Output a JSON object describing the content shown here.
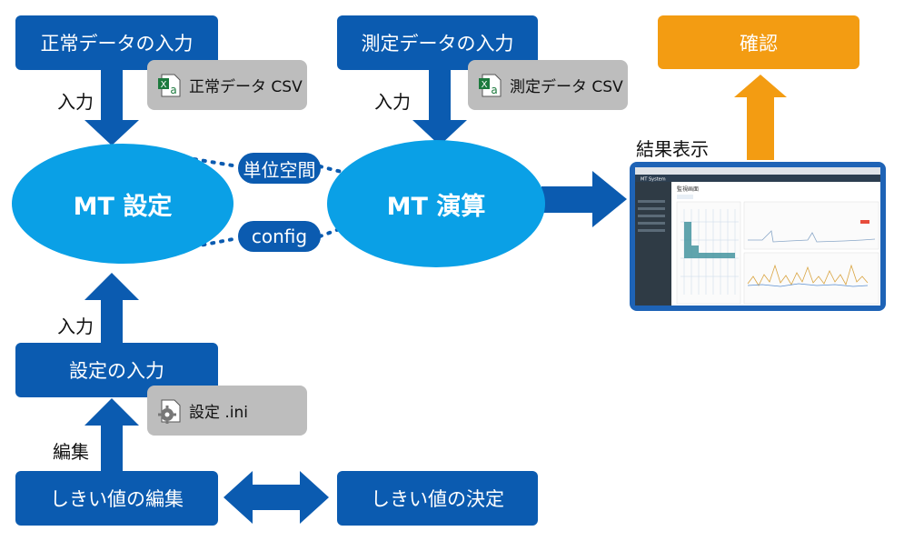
{
  "boxes": {
    "normal_input": "正常データの入力",
    "measure_input": "測定データの入力",
    "confirm": "確認",
    "settings_input": "設定の入力",
    "threshold_edit": "しきい値の編集",
    "threshold_decide": "しきい値の決定"
  },
  "files": {
    "normal_csv": "正常データ CSV",
    "measure_csv": "測定データ CSV",
    "settings_ini": "設定 .ini"
  },
  "labels": {
    "input_1": "入力",
    "input_2": "入力",
    "input_3": "入力",
    "edit": "編集",
    "result_display": "結果表示"
  },
  "ellipses": {
    "mt_settings": "MT 設定",
    "mt_calc": "MT 演算"
  },
  "pills": {
    "unit_space": "単位空間",
    "config": "config"
  },
  "colors": {
    "box_blue": "#0b5bb0",
    "ellipse_blue": "#0aa0e6",
    "orange": "#f39c12",
    "file_gray": "#bdbdbd"
  },
  "screen": {
    "app_title": "MT System",
    "page_title": "監視画面"
  }
}
